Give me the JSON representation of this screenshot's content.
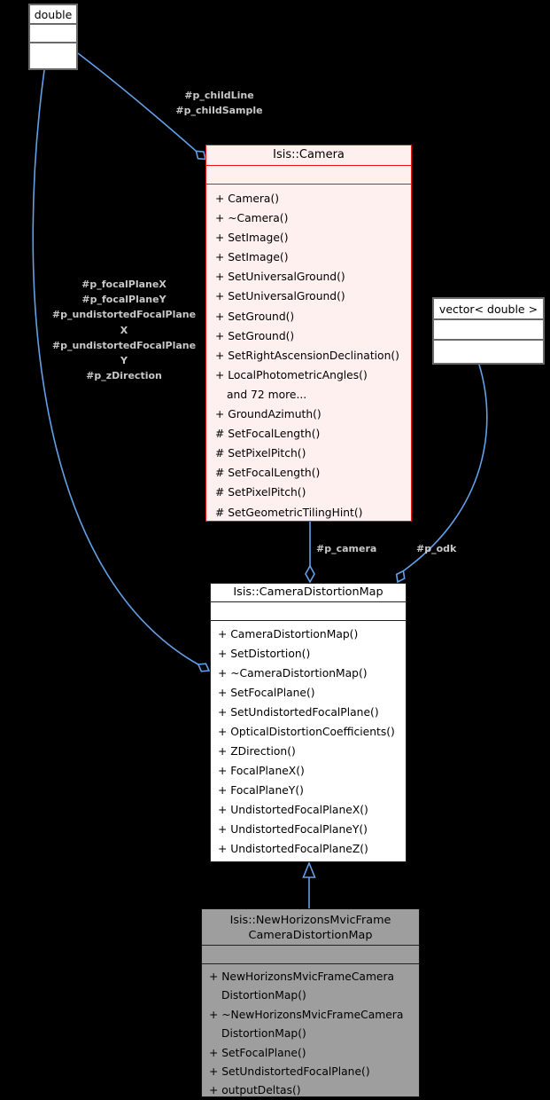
{
  "colors": {
    "background": "#000000",
    "edge_blue": "#63a0e8",
    "edge_label_gray": "#c8c8c8",
    "camera_border_red": "#f21111",
    "camera_fill_pink": "#fdf0ef",
    "current_node_gray": "#9e9e9e",
    "external_border_gray": "#6a6a6a",
    "node_fill_white": "#ffffff"
  },
  "classes": {
    "double": {
      "title": "double"
    },
    "vector": {
      "title": "vector< double >"
    },
    "camera": {
      "title": "Isis::Camera",
      "members": [
        "+ Camera()",
        "+ ~Camera()",
        "+ SetImage()",
        "+ SetImage()",
        "+ SetUniversalGround()",
        "+ SetUniversalGround()",
        "+ SetGround()",
        "+ SetGround()",
        "+ SetRightAscensionDeclination()",
        "+ LocalPhotometricAngles()",
        "and 72 more...",
        "+ GroundAzimuth()",
        "# SetFocalLength()",
        "# SetPixelPitch()",
        "# SetFocalLength()",
        "# SetPixelPitch()",
        "# SetGeometricTilingHint()"
      ]
    },
    "distortion": {
      "title": "Isis::CameraDistortionMap",
      "members": [
        "+ CameraDistortionMap()",
        "+ SetDistortion()",
        "+ ~CameraDistortionMap()",
        "+ SetFocalPlane()",
        "+ SetUndistortedFocalPlane()",
        "+ OpticalDistortionCoefficients()",
        "+ ZDirection()",
        "+ FocalPlaneX()",
        "+ FocalPlaneY()",
        "+ UndistortedFocalPlaneX()",
        "+ UndistortedFocalPlaneY()",
        "+ UndistortedFocalPlaneZ()"
      ]
    },
    "newhorizons": {
      "title_lines": [
        "Isis::NewHorizonsMvicFrame",
        "CameraDistortionMap"
      ],
      "member_lines": [
        "+ NewHorizonsMvicFrameCamera",
        "DistortionMap()",
        "+ ~NewHorizonsMvicFrameCamera",
        "DistortionMap()",
        "+ SetFocalPlane()",
        "+ SetUndistortedFocalPlane()",
        "+ outputDeltas()"
      ]
    }
  },
  "edge_labels": {
    "child": [
      "#p_childLine",
      "#p_childSample"
    ],
    "focal": [
      "#p_focalPlaneX",
      "#p_focalPlaneY",
      "#p_undistortedFocalPlane",
      "X",
      "#p_undistortedFocalPlane",
      "Y",
      "#p_zDirection"
    ],
    "camera": "#p_camera",
    "odk": "#p_odk"
  }
}
